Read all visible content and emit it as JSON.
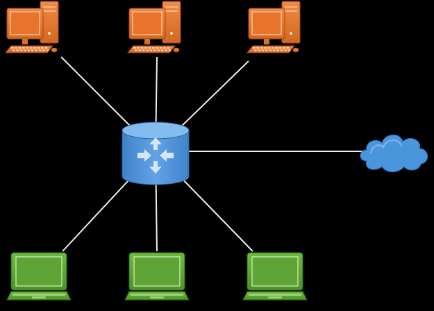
{
  "diagram": {
    "type": "network-topology",
    "background": "#000000",
    "hub": {
      "icon": "router-icon",
      "color": "#4a90d9",
      "arrow_color": "#d6e6f7"
    },
    "desktops": [
      {
        "icon": "desktop-computer-icon",
        "color": "#e37a34"
      },
      {
        "icon": "desktop-computer-icon",
        "color": "#e37a34"
      },
      {
        "icon": "desktop-computer-icon",
        "color": "#e37a34"
      }
    ],
    "laptops": [
      {
        "icon": "laptop-icon",
        "color": "#5fa833"
      },
      {
        "icon": "laptop-icon",
        "color": "#5fa833"
      },
      {
        "icon": "laptop-icon",
        "color": "#5fa833"
      }
    ],
    "cloud": {
      "icon": "cloud-icon",
      "color": "#4a95dc"
    },
    "link_color": "#f2efe4",
    "links": [
      {
        "from": "hub",
        "to": "desktop-1"
      },
      {
        "from": "hub",
        "to": "desktop-2"
      },
      {
        "from": "hub",
        "to": "desktop-3"
      },
      {
        "from": "hub",
        "to": "laptop-1"
      },
      {
        "from": "hub",
        "to": "laptop-2"
      },
      {
        "from": "hub",
        "to": "laptop-3"
      },
      {
        "from": "hub",
        "to": "cloud"
      }
    ]
  }
}
